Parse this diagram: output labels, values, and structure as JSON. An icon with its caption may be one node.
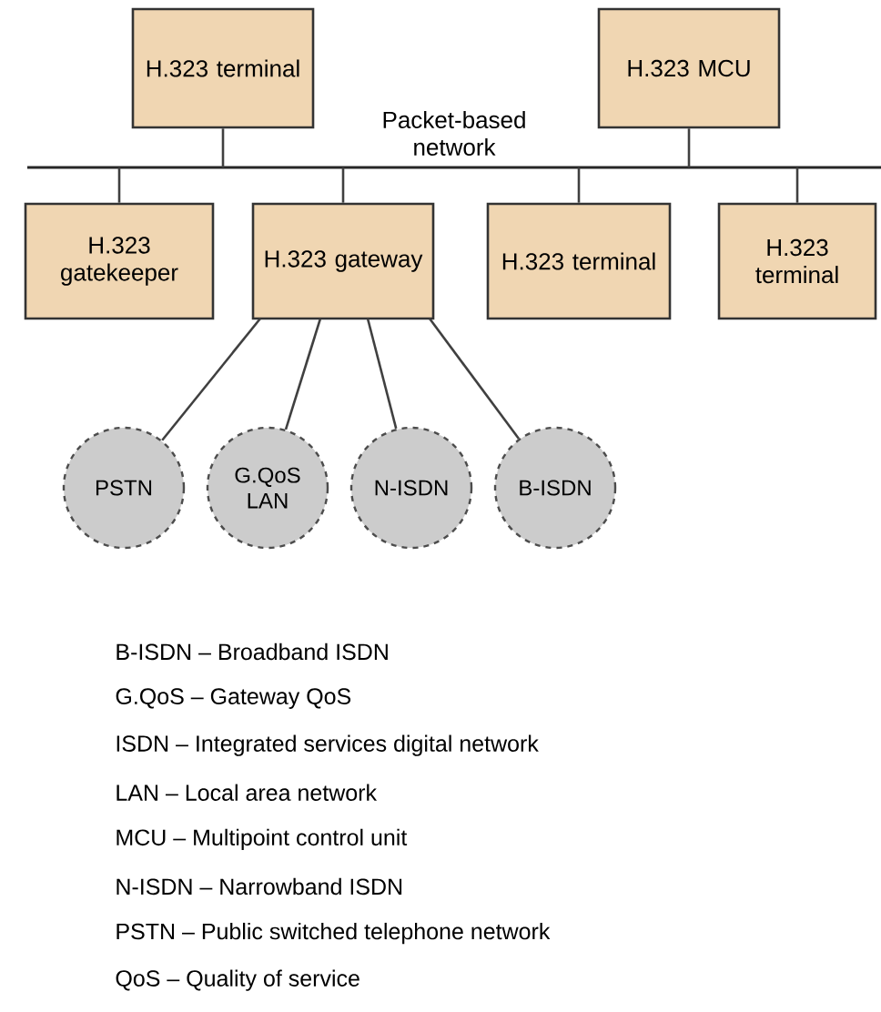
{
  "diagram": {
    "nodes": [
      {
        "text": [
          "H.323 terminal"
        ]
      },
      {
        "text": [
          "H.323 MCU"
        ]
      },
      {
        "text": [
          "Packet-based network"
        ]
      },
      {
        "text": [
          "H.323 gatekeeper"
        ]
      },
      {
        "text": [
          "H.323 gateway"
        ]
      },
      {
        "text": [
          "H.323 terminal"
        ]
      },
      {
        "text": [
          "H.323 terminal"
        ]
      },
      {
        "text": [
          "PSTN"
        ]
      },
      {
        "text": [
          "G.QoS LAN"
        ]
      },
      {
        "text": [
          "N-ISDN"
        ]
      },
      {
        "text": [
          "B-ISDN"
        ]
      }
    ],
    "edges": [
      {
        "from": 0,
        "to": 2,
        "arrow": "none"
      },
      {
        "from": 1,
        "to": 2,
        "arrow": "none"
      },
      {
        "from": 3,
        "to": 2,
        "arrow": "none"
      },
      {
        "from": 4,
        "to": 2,
        "arrow": "none"
      },
      {
        "from": 5,
        "to": 2,
        "arrow": "none"
      },
      {
        "from": 6,
        "to": 2,
        "arrow": "none"
      },
      {
        "from": 4,
        "to": 7,
        "arrow": "none"
      },
      {
        "from": 4,
        "to": 8,
        "arrow": "none"
      },
      {
        "from": 4,
        "to": 9,
        "arrow": "none"
      },
      {
        "from": 4,
        "to": 10,
        "arrow": "none"
      }
    ],
    "labels": [
      "B-ISDN – Broadband ISDN",
      "G.QoS – Gateway QoS",
      "ISDN – Integrated services digital network",
      "LAN – Local area network",
      "MCU – Multipoint control unit",
      "N-ISDN – Narrowband ISDN",
      "PSTN – Public switched telephone network",
      "QoS – Quality of service"
    ]
  }
}
